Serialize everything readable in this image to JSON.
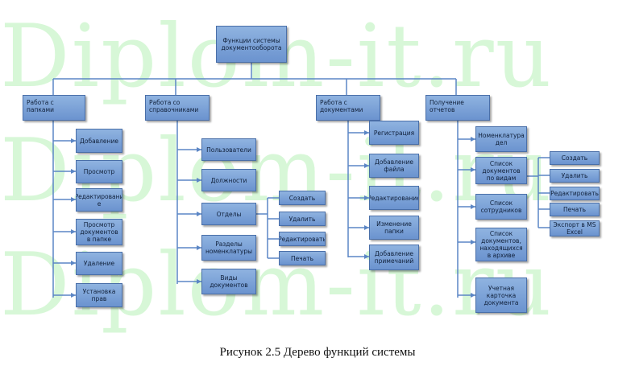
{
  "watermark": "Diplom-it.ru",
  "caption": "Рисунок 2.5 Дерево функций системы",
  "root": "Функции системы документооборота",
  "branches": {
    "folders": {
      "label": "Работа с папками",
      "items": [
        "Добавление",
        "Просмотр",
        "Редактировани е",
        "Просмотр документов в папке",
        "Удаление",
        "Установка прав"
      ]
    },
    "refs": {
      "label": "Работа со справочниками",
      "items": [
        "Пользователи",
        "Должности",
        "Отделы",
        "Разделы номенклатуры",
        "Виды документов"
      ],
      "actions": [
        "Создать",
        "Удалить",
        "Редактировать",
        "Печать"
      ]
    },
    "docs": {
      "label": "Работа с документами",
      "items": [
        "Регистрация",
        "Добавление файла",
        "Редактирование",
        "Изменение папки",
        "Добавление примечаний"
      ]
    },
    "reports": {
      "label": "Получение отчетов",
      "items": [
        "Номенклатура дел",
        "Список документов по видам",
        "Список сотрудников",
        "Список документов, находящихся в архиве",
        "Учетная карточка документа"
      ],
      "actions": [
        "Создать",
        "Удалить",
        "Редактировать",
        "Печать",
        "Экспорт в MS Excel"
      ]
    }
  }
}
